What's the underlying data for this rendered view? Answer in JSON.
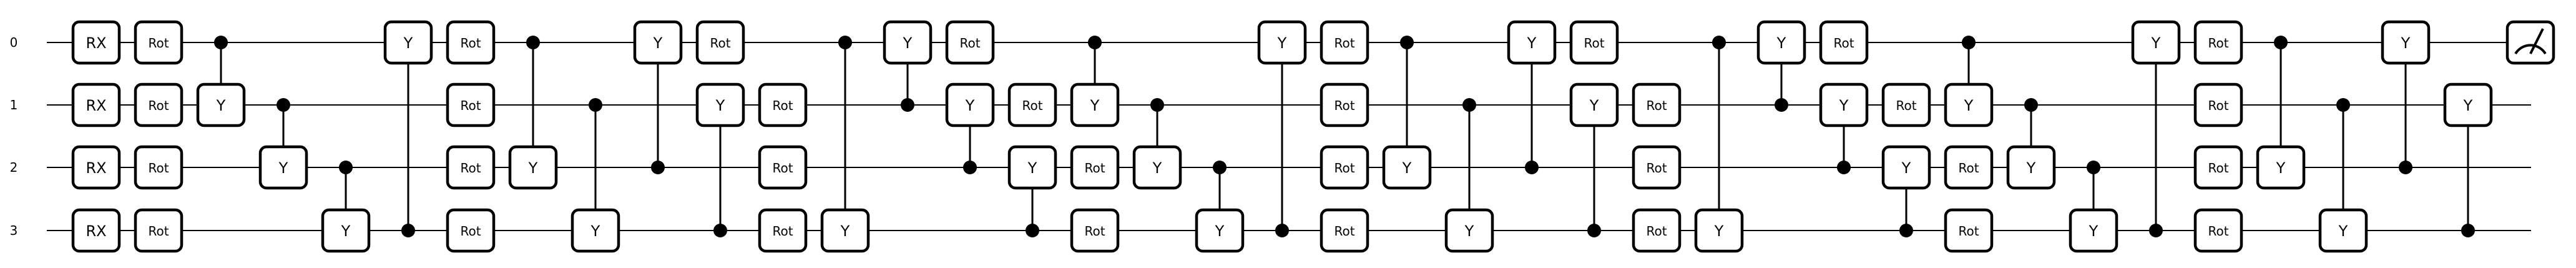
{
  "wires": [
    {
      "label": "0"
    },
    {
      "label": "1"
    },
    {
      "label": "2"
    },
    {
      "label": "3"
    }
  ],
  "gate_labels": {
    "rx": "RX",
    "rot": "Rot",
    "y": "Y"
  },
  "icons": {
    "measure": "measure-meter-icon"
  },
  "layers": [
    {
      "ops": [
        {
          "k": "g",
          "w": 0,
          "t": "rx"
        },
        {
          "k": "g",
          "w": 1,
          "t": "rx"
        },
        {
          "k": "g",
          "w": 2,
          "t": "rx"
        },
        {
          "k": "g",
          "w": 3,
          "t": "rx"
        }
      ]
    },
    {
      "ops": [
        {
          "k": "g",
          "w": 0,
          "t": "rot"
        },
        {
          "k": "g",
          "w": 1,
          "t": "rot"
        },
        {
          "k": "g",
          "w": 2,
          "t": "rot"
        },
        {
          "k": "g",
          "w": 3,
          "t": "rot"
        }
      ]
    },
    {
      "ops": [
        {
          "k": "c",
          "c": 0,
          "w": 1
        }
      ]
    },
    {
      "ops": [
        {
          "k": "c",
          "c": 1,
          "w": 2
        }
      ]
    },
    {
      "ops": [
        {
          "k": "c",
          "c": 2,
          "w": 3
        }
      ]
    },
    {
      "ops": [
        {
          "k": "c",
          "c": 3,
          "w": 0
        }
      ]
    },
    {
      "ops": [
        {
          "k": "g",
          "w": 0,
          "t": "rot"
        },
        {
          "k": "g",
          "w": 1,
          "t": "rot"
        },
        {
          "k": "g",
          "w": 2,
          "t": "rot"
        },
        {
          "k": "g",
          "w": 3,
          "t": "rot"
        }
      ]
    },
    {
      "ops": [
        {
          "k": "c",
          "c": 0,
          "w": 2
        }
      ]
    },
    {
      "ops": [
        {
          "k": "c",
          "c": 1,
          "w": 3
        }
      ]
    },
    {
      "ops": [
        {
          "k": "c",
          "c": 2,
          "w": 0
        }
      ]
    },
    {
      "ops": [
        {
          "k": "g",
          "w": 0,
          "t": "rot"
        },
        {
          "k": "c",
          "c": 3,
          "w": 1
        }
      ]
    },
    {
      "ops": [
        {
          "k": "g",
          "w": 1,
          "t": "rot"
        },
        {
          "k": "g",
          "w": 2,
          "t": "rot"
        },
        {
          "k": "g",
          "w": 3,
          "t": "rot"
        }
      ]
    },
    {
      "ops": [
        {
          "k": "c",
          "c": 0,
          "w": 3
        }
      ]
    },
    {
      "ops": [
        {
          "k": "c",
          "c": 1,
          "w": 0
        }
      ]
    },
    {
      "ops": [
        {
          "k": "g",
          "w": 0,
          "t": "rot"
        },
        {
          "k": "c",
          "c": 2,
          "w": 1
        }
      ]
    },
    {
      "ops": [
        {
          "k": "g",
          "w": 1,
          "t": "rot"
        },
        {
          "k": "c",
          "c": 3,
          "w": 2
        }
      ]
    },
    {
      "ops": [
        {
          "k": "c",
          "c": 0,
          "w": 1
        },
        {
          "k": "g",
          "w": 2,
          "t": "rot"
        },
        {
          "k": "g",
          "w": 3,
          "t": "rot"
        }
      ]
    },
    {
      "ops": [
        {
          "k": "c",
          "c": 1,
          "w": 2
        }
      ]
    },
    {
      "ops": [
        {
          "k": "c",
          "c": 2,
          "w": 3
        }
      ]
    },
    {
      "ops": [
        {
          "k": "c",
          "c": 3,
          "w": 0
        }
      ]
    },
    {
      "ops": [
        {
          "k": "g",
          "w": 0,
          "t": "rot"
        },
        {
          "k": "g",
          "w": 1,
          "t": "rot"
        },
        {
          "k": "g",
          "w": 2,
          "t": "rot"
        },
        {
          "k": "g",
          "w": 3,
          "t": "rot"
        }
      ]
    },
    {
      "ops": [
        {
          "k": "c",
          "c": 0,
          "w": 2
        }
      ]
    },
    {
      "ops": [
        {
          "k": "c",
          "c": 1,
          "w": 3
        }
      ]
    },
    {
      "ops": [
        {
          "k": "c",
          "c": 2,
          "w": 0
        }
      ]
    },
    {
      "ops": [
        {
          "k": "g",
          "w": 0,
          "t": "rot"
        },
        {
          "k": "c",
          "c": 3,
          "w": 1
        }
      ]
    },
    {
      "ops": [
        {
          "k": "g",
          "w": 1,
          "t": "rot"
        },
        {
          "k": "g",
          "w": 2,
          "t": "rot"
        },
        {
          "k": "g",
          "w": 3,
          "t": "rot"
        }
      ]
    },
    {
      "ops": [
        {
          "k": "c",
          "c": 0,
          "w": 3
        }
      ]
    },
    {
      "ops": [
        {
          "k": "c",
          "c": 1,
          "w": 0
        }
      ]
    },
    {
      "ops": [
        {
          "k": "g",
          "w": 0,
          "t": "rot"
        },
        {
          "k": "c",
          "c": 2,
          "w": 1
        }
      ]
    },
    {
      "ops": [
        {
          "k": "g",
          "w": 1,
          "t": "rot"
        },
        {
          "k": "c",
          "c": 3,
          "w": 2
        }
      ]
    },
    {
      "ops": [
        {
          "k": "c",
          "c": 0,
          "w": 1
        },
        {
          "k": "g",
          "w": 2,
          "t": "rot"
        },
        {
          "k": "g",
          "w": 3,
          "t": "rot"
        }
      ]
    },
    {
      "ops": [
        {
          "k": "c",
          "c": 1,
          "w": 2
        }
      ]
    },
    {
      "ops": [
        {
          "k": "c",
          "c": 2,
          "w": 3
        }
      ]
    },
    {
      "ops": [
        {
          "k": "c",
          "c": 3,
          "w": 0
        }
      ]
    },
    {
      "ops": [
        {
          "k": "g",
          "w": 0,
          "t": "rot"
        },
        {
          "k": "g",
          "w": 1,
          "t": "rot"
        },
        {
          "k": "g",
          "w": 2,
          "t": "rot"
        },
        {
          "k": "g",
          "w": 3,
          "t": "rot"
        }
      ]
    },
    {
      "ops": [
        {
          "k": "c",
          "c": 0,
          "w": 2
        }
      ]
    },
    {
      "ops": [
        {
          "k": "c",
          "c": 1,
          "w": 3
        }
      ]
    },
    {
      "ops": [
        {
          "k": "c",
          "c": 2,
          "w": 0
        }
      ]
    },
    {
      "ops": [
        {
          "k": "c",
          "c": 3,
          "w": 1
        }
      ]
    },
    {
      "ops": [
        {
          "k": "m",
          "w": 0
        }
      ]
    }
  ]
}
